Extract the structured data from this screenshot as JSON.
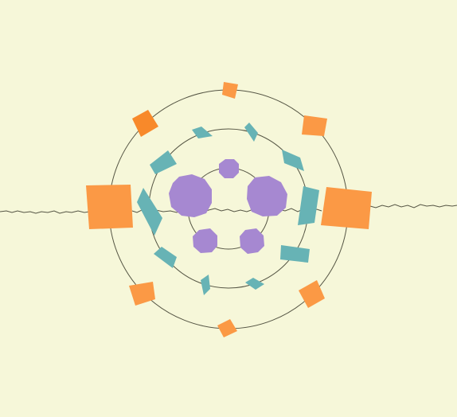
{
  "colors": {
    "background": "#f6f7d9",
    "ring_stroke": "#555544",
    "wave_stroke": "#555544",
    "outer_shapes": "#fb9945",
    "outer_accent": "#f8892a",
    "middle_shapes": "#67b3b5",
    "inner_shapes": "#a688d1"
  },
  "rings": [
    "outer-ring",
    "middle-ring",
    "inner-ring"
  ],
  "outer_ring_shapes": [
    "top",
    "top-right",
    "right-large",
    "bottom-right",
    "bottom",
    "bottom-left",
    "left-large",
    "top-left"
  ],
  "middle_ring_shapes": [
    "top-a",
    "top-b",
    "upper-right",
    "right-tall",
    "lower-right",
    "bottom-right",
    "bottom-left",
    "lower-left",
    "left-tall",
    "upper-left"
  ],
  "inner_ring_shapes": [
    "top-small",
    "left-large",
    "right-large",
    "bottom-left",
    "bottom-right"
  ]
}
